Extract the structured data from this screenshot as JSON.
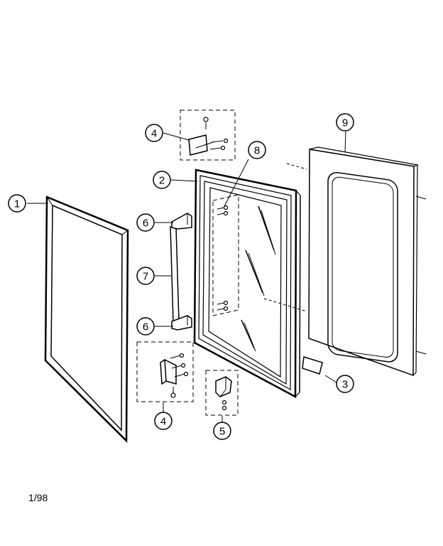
{
  "footer": {
    "code": "1/98"
  },
  "callouts": [
    {
      "id": "c1",
      "text": "1"
    },
    {
      "id": "c2",
      "text": "2"
    },
    {
      "id": "c3",
      "text": "3"
    },
    {
      "id": "c4a",
      "text": "4"
    },
    {
      "id": "c4b",
      "text": "4"
    },
    {
      "id": "c5",
      "text": "5"
    },
    {
      "id": "c6a",
      "text": "6"
    },
    {
      "id": "c6b",
      "text": "6"
    },
    {
      "id": "c7",
      "text": "7"
    },
    {
      "id": "c8",
      "text": "8"
    },
    {
      "id": "c9",
      "text": "9"
    }
  ]
}
